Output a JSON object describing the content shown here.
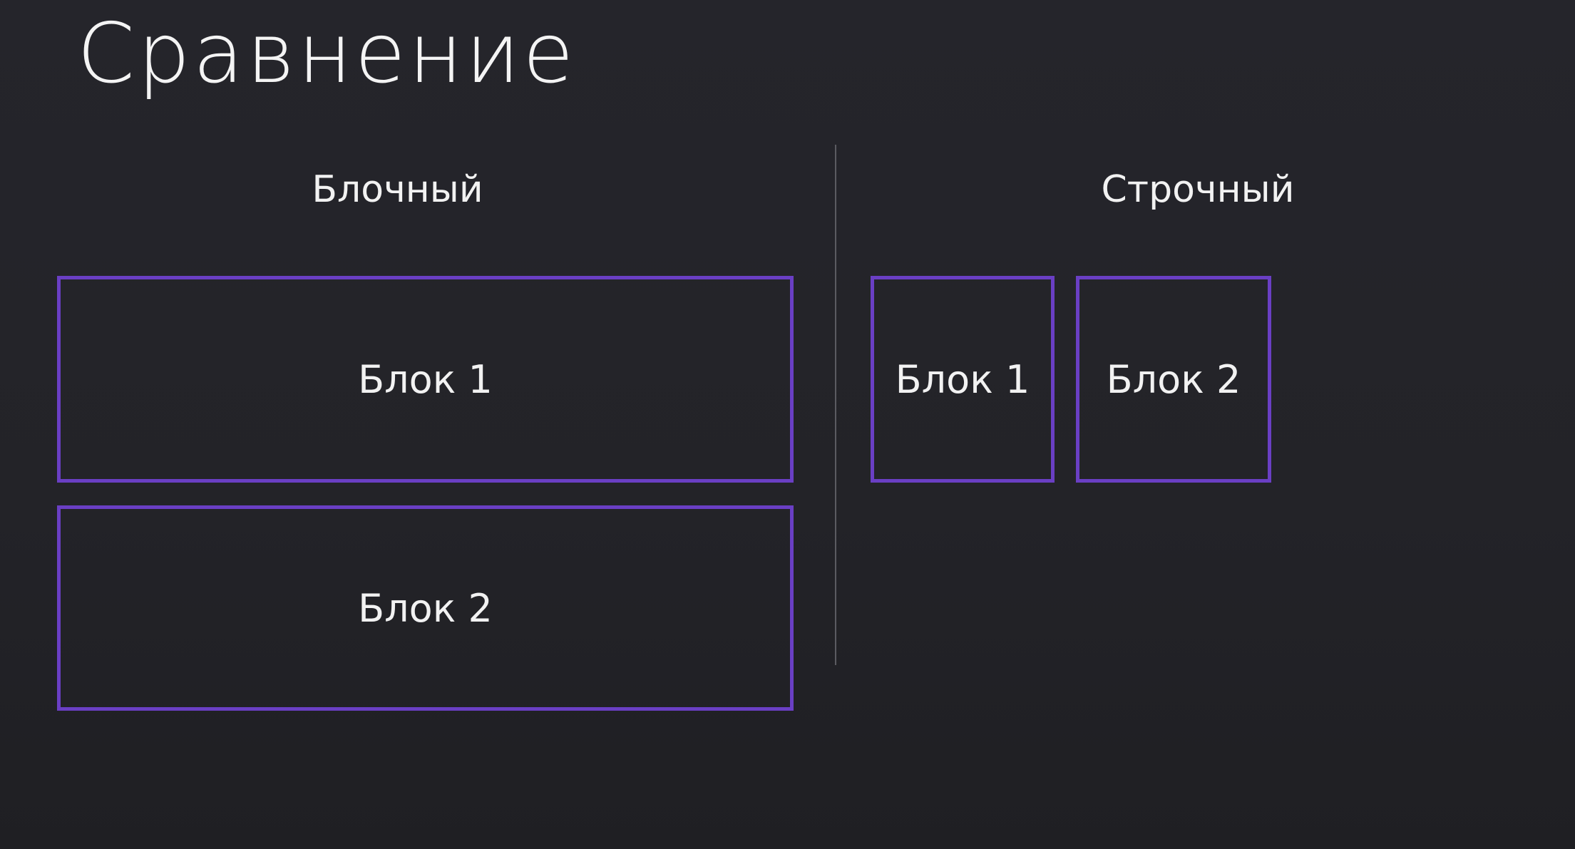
{
  "title": "Сравнение",
  "columns": {
    "block": {
      "heading": "Блочный",
      "items": [
        "Блок 1",
        "Блок 2"
      ]
    },
    "inline": {
      "heading": "Строчный",
      "items": [
        "Блок 1",
        "Блок 2"
      ]
    }
  },
  "colors": {
    "background": "#232329",
    "box_border": "#6a3fc4",
    "divider": "#5b5b61",
    "text": "#f2f2f2"
  }
}
